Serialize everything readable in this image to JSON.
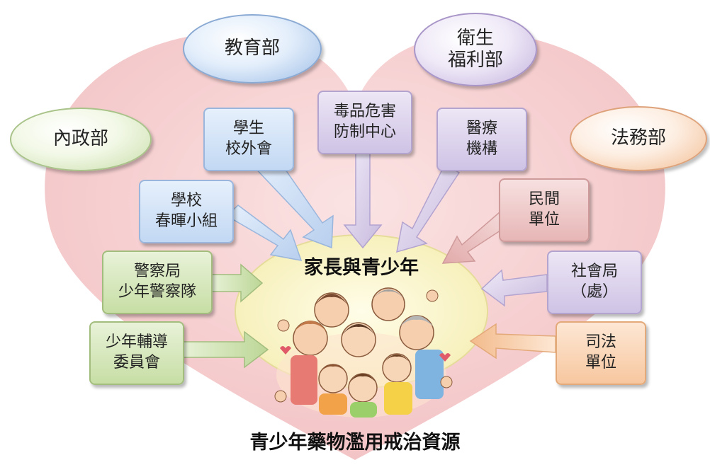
{
  "center": {
    "label": "家長與青少年"
  },
  "footer": {
    "title": "青少年藥物濫用戒治資源"
  },
  "ministries": {
    "interior": {
      "lines": [
        "內政部"
      ]
    },
    "education": {
      "lines": [
        "教育部"
      ]
    },
    "health": {
      "lines": [
        "衛生",
        "福利部"
      ]
    },
    "justice": {
      "lines": [
        "法務部"
      ]
    }
  },
  "boxes": {
    "student_offcampus": {
      "lines": [
        "學生",
        "校外會"
      ]
    },
    "drug_center": {
      "lines": [
        "毒品危害",
        "防制中心"
      ]
    },
    "medical": {
      "lines": [
        "醫療",
        "機構"
      ]
    },
    "school_group": {
      "lines": [
        "學校",
        "春暉小組"
      ]
    },
    "civil": {
      "lines": [
        "民間",
        "單位"
      ]
    },
    "police": {
      "lines": [
        "警察局",
        "少年警察隊"
      ]
    },
    "social": {
      "lines": [
        "社會局",
        "（處）"
      ]
    },
    "youth_counsel": {
      "lines": [
        "少年輔導",
        "委員會"
      ]
    },
    "judicial": {
      "lines": [
        "司法",
        "單位"
      ]
    }
  },
  "colors": {
    "heart": "#f6cfd0",
    "center_ellipse": "#fbf7d4",
    "arrow_blue": "#c2d8f3",
    "arrow_purple": "#cfc3e5",
    "arrow_green": "#c7dea5",
    "arrow_red": "#e7b6b6",
    "arrow_orange": "#f7c79f"
  },
  "illustration": {
    "icon": "family-group-illustration"
  }
}
